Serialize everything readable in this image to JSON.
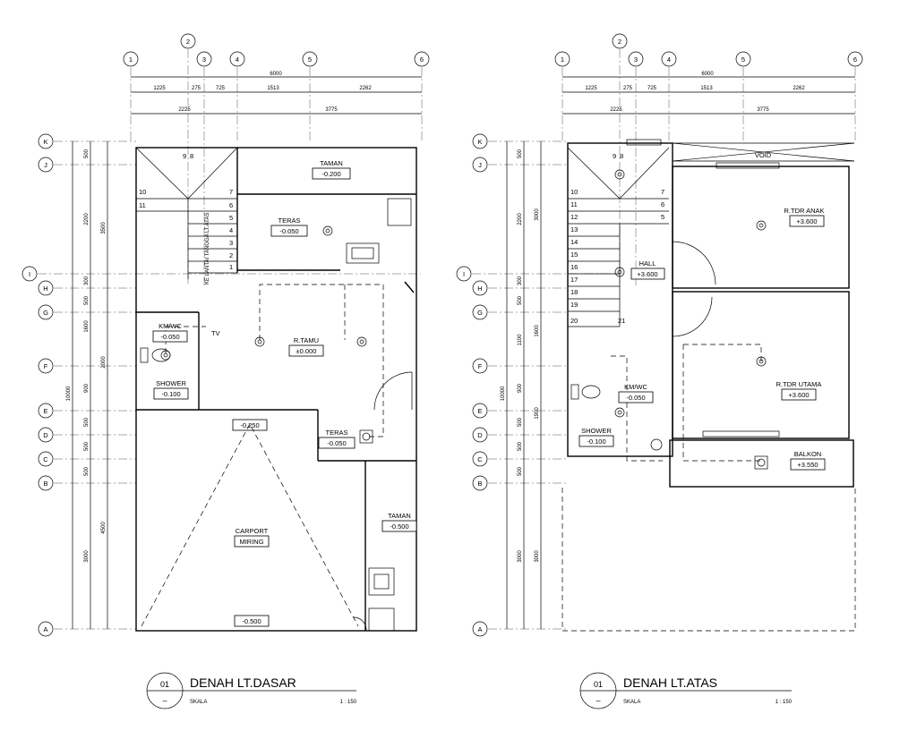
{
  "plans": [
    {
      "title": "DENAH LT.DASAR",
      "number": "01",
      "symbol": "–",
      "scale_label": "SKALA",
      "scale_value": "1 : 150",
      "grid_v": [
        "1",
        "2",
        "3",
        "4",
        "5",
        "6"
      ],
      "grid_h": [
        "K",
        "J",
        "I",
        "H",
        "G",
        "F",
        "E",
        "D",
        "C",
        "B",
        "A"
      ],
      "top_total": "6000",
      "top_dims": [
        "1225",
        "275",
        "725",
        "1513",
        "2262"
      ],
      "top_dims2": [
        "2225",
        "3775"
      ],
      "left_dims": [
        "500",
        "2200",
        "300",
        "500",
        "1600",
        "900",
        "500",
        "500",
        "500",
        "3000"
      ],
      "left_dims2": [
        "3500",
        "2000",
        "4500"
      ],
      "left_total": "10000",
      "rooms": [
        {
          "name": "TAMAN",
          "level": "-0.200"
        },
        {
          "name": "TERAS",
          "level": "-0.050"
        },
        {
          "name": "KM/WC",
          "level": "-0.050"
        },
        {
          "name": "R.TAMU",
          "level": "±0.000"
        },
        {
          "name": "SHOWER",
          "level": "-0.100"
        },
        {
          "name": "",
          "level": "-0.250"
        },
        {
          "name": "TERAS",
          "level": "-0.050"
        },
        {
          "name": "TAMAN",
          "level": "-0.500"
        },
        {
          "name": "CARPORT",
          "level": "MIRING"
        },
        {
          "name": "",
          "level": "-0.500"
        }
      ],
      "stair_left": [
        "10",
        "11"
      ],
      "stair_right": [
        "7",
        "6",
        "5",
        "4",
        "3",
        "2",
        "1"
      ],
      "stair_top": "9",
      "stair_top2": "8",
      "stair_note": "KE LANTAI TANGGA LT.ATAS",
      "tv_label": "TV"
    },
    {
      "title": "DENAH LT.ATAS",
      "number": "01",
      "symbol": "–",
      "scale_label": "SKALA",
      "scale_value": "1 : 150",
      "grid_v": [
        "1",
        "2",
        "3",
        "4",
        "5",
        "6"
      ],
      "grid_h": [
        "K",
        "J",
        "I",
        "H",
        "G",
        "F",
        "E",
        "D",
        "C",
        "B",
        "A"
      ],
      "top_total": "6000",
      "top_dims": [
        "1225",
        "275",
        "725",
        "1513",
        "2262"
      ],
      "top_dims2": [
        "2225",
        "3775"
      ],
      "left_dims": [
        "500",
        "2200",
        "300",
        "500",
        "1100",
        "900",
        "500",
        "500",
        "500",
        "3000"
      ],
      "left_dims2": [
        "3000",
        "1600",
        "1900",
        "3000"
      ],
      "left_total": "10000",
      "rooms": [
        {
          "name": "VOID",
          "level": ""
        },
        {
          "name": "R.TDR ANAK",
          "level": "+3.600"
        },
        {
          "name": "HALL",
          "level": "+3.600"
        },
        {
          "name": "KM/WC",
          "level": "-0.050"
        },
        {
          "name": "R.TDR UTAMA",
          "level": "+3.600"
        },
        {
          "name": "SHOWER",
          "level": "-0.100"
        },
        {
          "name": "BALKON",
          "level": "+3.550"
        }
      ],
      "stair_left": [
        "10",
        "11",
        "12",
        "13",
        "14",
        "15",
        "16",
        "17",
        "18",
        "19",
        "20"
      ],
      "stair_right": [
        "7",
        "6",
        "5"
      ],
      "stair_top": "9",
      "stair_top2": "8",
      "stair_bottom": "21"
    }
  ]
}
